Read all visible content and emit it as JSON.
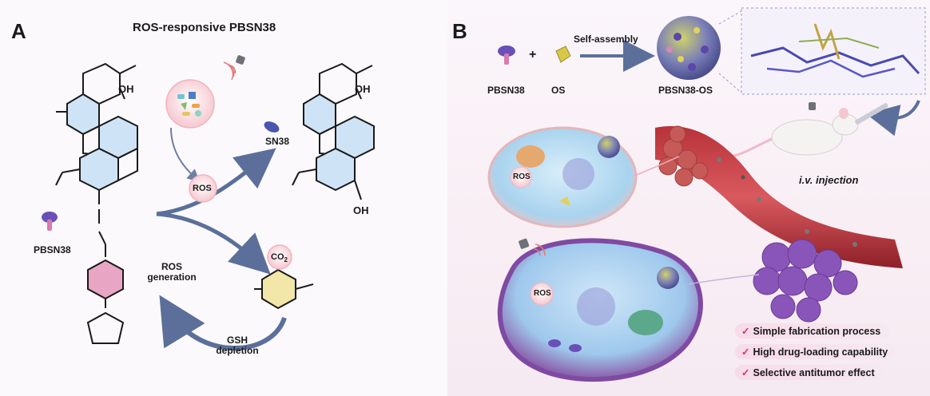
{
  "panelA": {
    "letter": "A",
    "title": "ROS-responsive PBSN38",
    "pbsn38_label": "PBSN38",
    "ros_bubble": "ROS",
    "sn38_label": "SN38",
    "co2_label": "CO",
    "co2_sub": "2",
    "ros_generation_line1": "ROS",
    "ros_generation_line2": "generation",
    "gsh_line1": "GSH",
    "gsh_line2": "depletion",
    "oh_top_left": "OH",
    "oh_top_right": "OH",
    "oh_bottom_right": "OH"
  },
  "panelB": {
    "letter": "B",
    "self_assembly": "Self-assembly",
    "pbsn38_label": "PBSN38",
    "plus": "+",
    "os_label": "OS",
    "pbsn38_os_label": "PBSN38-OS",
    "iv_injection": "i.v. injection",
    "ros_top": "ROS",
    "ros_bottom": "ROS",
    "bullets": [
      "Simple fabrication process",
      "High drug-loading capability",
      "Selective antitumor effect"
    ],
    "check_mark": "✓"
  },
  "colors": {
    "benzene_fill": "#cfe3f6",
    "pink_ring": "#e9a6c4",
    "arrow": "#5b6f9a",
    "accent": "#d03a6b"
  }
}
